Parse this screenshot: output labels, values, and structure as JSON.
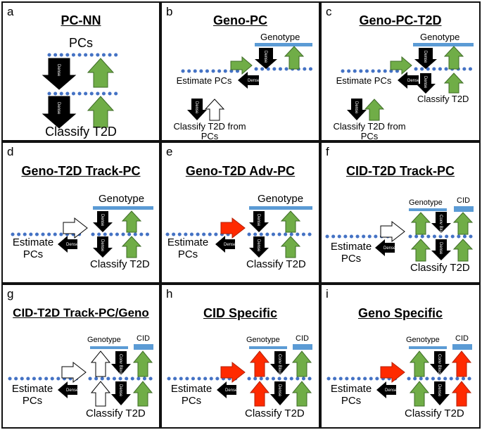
{
  "panels": {
    "a": {
      "label": "a",
      "title": "PC-NN",
      "top_text": "PCs",
      "bottom_text": "Classify T2D",
      "dense1": "Dense",
      "dense2": "Dense"
    },
    "b": {
      "label": "b",
      "title": "Geno-PC",
      "genotype": "Genotype",
      "estimate": "Estimate PCs",
      "classify": "Classify T2D from PCs",
      "dense1": "Dense",
      "dense2": "Dense",
      "dense3": "Dense"
    },
    "c": {
      "label": "c",
      "title": "Geno-PC-T2D",
      "genotype": "Genotype",
      "estimate": "Estimate PCs",
      "classify_right": "Classify T2D",
      "classify_from": "Classify T2D from PCs",
      "dense1": "Dense",
      "dense2": "Dense",
      "dense3": "Dense",
      "dense4": "Dense"
    },
    "d": {
      "label": "d",
      "title": "Geno-T2D Track-PC",
      "genotype": "Genotype",
      "estimate": "Estimate PCs",
      "classify": "Classify T2D",
      "dense1": "Dense",
      "dense2": "Dense",
      "dense3": "Dense"
    },
    "e": {
      "label": "e",
      "title": "Geno-T2D Adv-PC",
      "genotype": "Genotype",
      "estimate": "Estimate PCs",
      "classify": "Classify T2D",
      "dense1": "Dense",
      "dense2": "Dense",
      "dense3": "Dense"
    },
    "f": {
      "label": "f",
      "title": "CID-T2D Track-PC",
      "genotype": "Genotype",
      "cid": "CID",
      "estimate": "Estimate PCs",
      "classify": "Classify T2D",
      "conv": "Conv Block",
      "dense1": "Dense",
      "dense2": "Dense"
    },
    "g": {
      "label": "g",
      "title": "CID-T2D Track-PC/Geno",
      "genotype": "Genotype",
      "cid": "CID",
      "estimate": "Estimate PCs",
      "classify": "Classify T2D",
      "conv": "Conv Block",
      "dense1": "Dense",
      "dense2": "Dense"
    },
    "h": {
      "label": "h",
      "title": "CID Specific",
      "genotype": "Genotype",
      "cid": "CID",
      "estimate": "Estimate PCs",
      "classify": "Classify T2D",
      "conv": "Conv Block",
      "dense1": "Dense",
      "dense2": "Dense"
    },
    "i": {
      "label": "i",
      "title": "Geno Specific",
      "genotype": "Genotype",
      "cid": "CID",
      "estimate": "Estimate PCs",
      "classify": "Classify T2D",
      "conv": "Conv Block",
      "dense1": "Dense",
      "dense2": "Dense"
    }
  },
  "colors": {
    "black": "#000000",
    "green": "#70ad47",
    "red": "#ff2a00",
    "white": "#ffffff",
    "dots": "#4472c4",
    "bar": "#5b9bd5"
  }
}
